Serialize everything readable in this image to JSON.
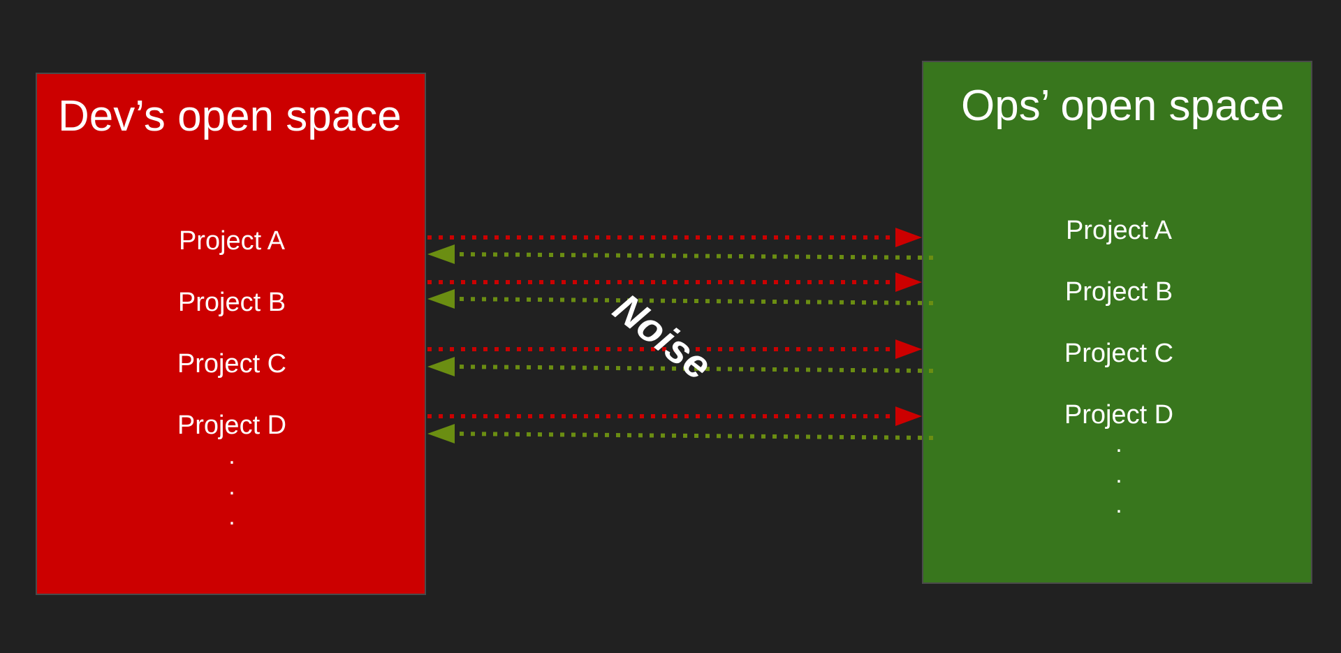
{
  "dev_space": {
    "title": "Dev’s open space",
    "color": "#cc0000",
    "projects": [
      "Project A",
      "Project B",
      "Project C",
      "Project D"
    ],
    "ellipsis": [
      ".",
      ".",
      "."
    ]
  },
  "ops_space": {
    "title": "Ops’ open space",
    "color": "#38761d",
    "projects": [
      "Project A",
      "Project B",
      "Project C",
      "Project D"
    ],
    "ellipsis": [
      ".",
      ".",
      "."
    ]
  },
  "channel": {
    "label": "Noise",
    "dev_to_ops_color": "#cc0000",
    "ops_to_dev_color": "#6b8e12"
  }
}
